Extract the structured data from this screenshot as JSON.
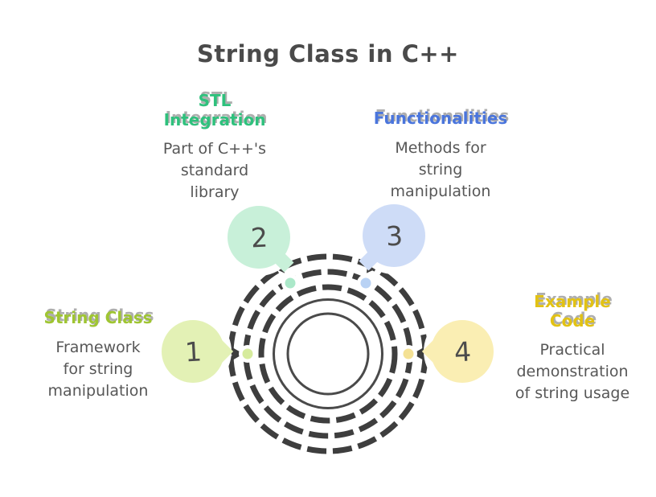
{
  "title": "String Class in C++",
  "colors": {
    "background": "#ffffff",
    "ring_stroke": "#3e3e3e",
    "donut_outline": "#4a4a4a",
    "body_text": "#575757",
    "title_text": "#4a4a4a",
    "number_text": "#4c4c4c"
  },
  "items": [
    {
      "number": "1",
      "heading": "String Class",
      "heading_color": "#9fc532",
      "bubble_color": "#e3f1b5",
      "dot_color": "#d6eb9d",
      "description": "Framework\nfor string\nmanipulation"
    },
    {
      "number": "2",
      "heading": "STL\nIntegration",
      "heading_color": "#2fc17d",
      "bubble_color": "#c8f0d9",
      "dot_color": "#abe8c9",
      "description": "Part of C++'s\nstandard\nlibrary"
    },
    {
      "number": "3",
      "heading": "Functionalities",
      "heading_color": "#4a75dc",
      "bubble_color": "#cedcf7",
      "dot_color": "#b9d2f4",
      "description": "Methods for\nstring\nmanipulation"
    },
    {
      "number": "4",
      "heading": "Example\nCode",
      "heading_color": "#e2c214",
      "bubble_color": "#faeeb3",
      "dot_color": "#f4e194",
      "description": "Practical\ndemonstration\nof string usage"
    }
  ]
}
